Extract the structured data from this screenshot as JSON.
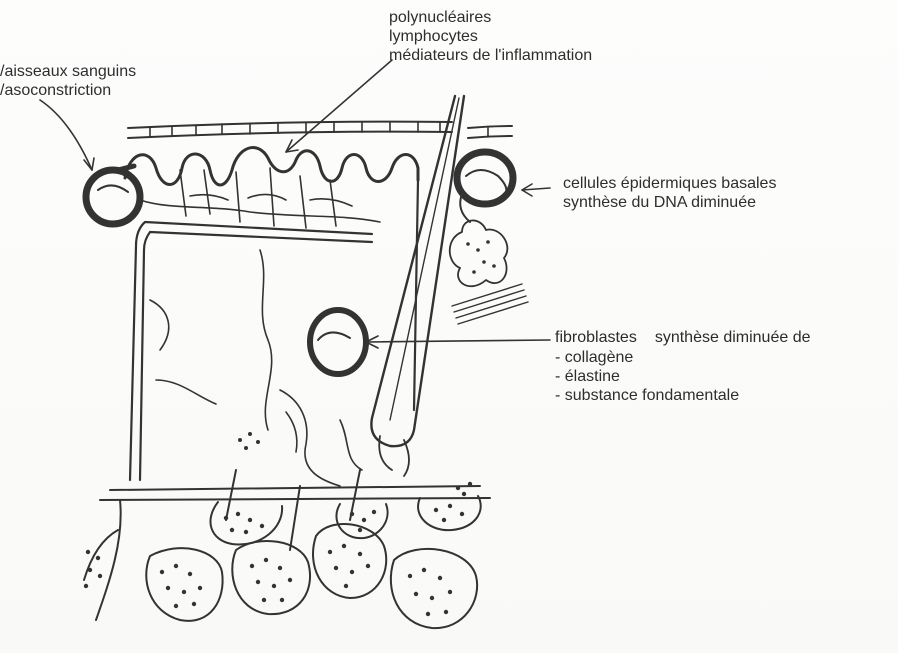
{
  "labels": {
    "vessels": {
      "line1": "/aisseaux sanguins",
      "line2": "/asoconstriction"
    },
    "inflammation": {
      "line1": "polynucléaires",
      "line2": "lymphocytes",
      "line3": "médiateurs de l'inflammation"
    },
    "basal": {
      "line1": "cellules épidermiques basales",
      "line2": "synthèse du DNA diminuée"
    },
    "fibroblasts": {
      "title": "fibroblastes",
      "subtitle": "synthèse diminuée de",
      "items": [
        "- collagène",
        "- élastine",
        "- substance fondamentale"
      ]
    }
  },
  "colors": {
    "ink": "#2e2e2e",
    "paper": "#fdfdfc"
  }
}
